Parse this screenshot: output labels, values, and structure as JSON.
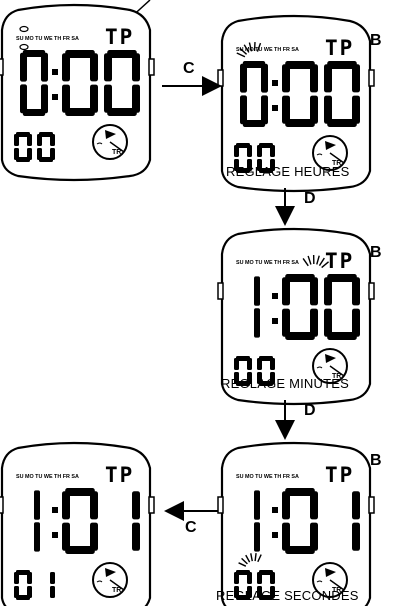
{
  "day_labels": "SU MO TU WE TH FR SA",
  "mode_code": "TR",
  "panels": [
    {
      "main": "0:00",
      "sub": "00",
      "label": "",
      "side": ""
    },
    {
      "main": "0:00",
      "sub": "00",
      "label": "REGLAGE HEURES",
      "side": "B"
    },
    {
      "main": "1:00",
      "sub": "00",
      "label": "REGLAGE MINUTES",
      "side": "B"
    },
    {
      "main": "1:01",
      "sub": "01",
      "label": "",
      "side": ""
    },
    {
      "main": "1:01",
      "sub": "00",
      "label": "REGLAGE SECONDES",
      "side": "B"
    }
  ],
  "arrows": {
    "c_top": "C",
    "d_first": "D",
    "d_second": "D",
    "c_bottom": "C"
  },
  "mode_letters": [
    "T",
    "P"
  ],
  "colors": {
    "ink": "#000000",
    "background": "#ffffff"
  }
}
